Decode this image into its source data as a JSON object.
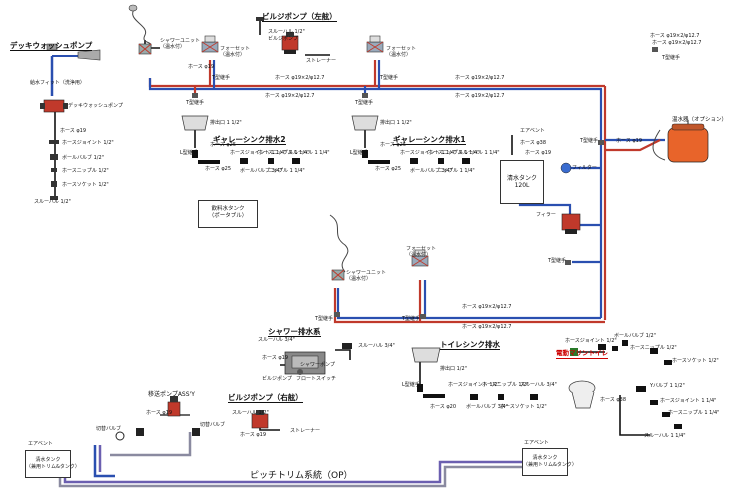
{
  "colors": {
    "hot_red": "#c0392b",
    "cold_blue": "#2a4fb0",
    "drain_black": "#111111",
    "gray_pipe": "#8a8aa0",
    "purple_pipe": "#6b5fb0",
    "heater_orange": "#e8642a"
  },
  "icons": [
    "shower-head-icon",
    "faucet-icon",
    "pump-icon",
    "valve-icon",
    "sink-icon",
    "toilet-icon",
    "tank-icon",
    "filter-icon",
    "water-heater-icon"
  ],
  "titles": {
    "deck_wash": "デッキウォッシュポンプ",
    "bilge_port": "ビルジポンプ（左舷）",
    "bilge_stbd": "ビルジポンプ（右舷）",
    "galley2": "ギャレーシンク排水2",
    "galley1": "ギャレーシンク排水1",
    "shower_drain": "シャワー排水系",
    "toilet_sink": "トイレシンク排水",
    "marine_toilet": "電動マリントイレ",
    "transfer_pump": "移送ポンプASS'Y",
    "pitch_trim": "ピッチトリム系統（OP）"
  },
  "tanks": {
    "water_main": "清水タンク\n120L",
    "drinking": "飲料水タンク\n（ポータブル）",
    "heater": "温水器（オプション）",
    "trim_left": "清水タンク\n（兼用トリム&タンク）",
    "trim_right": "清水タンク\n（兼用トリム&タンク）"
  },
  "labels": {
    "shower_unit": "シャワーユニット\n（温水付）",
    "faucet": "フォーセット\n（温水付）",
    "hose_219": "ホース φ19×2/φ12.7",
    "hose_19": "ホース φ19",
    "hose_27": "ホース φ27",
    "hose_20": "ホース φ20",
    "hose_25": "ホース φ25",
    "hose_38": "ホース φ38",
    "tee": "T型継手",
    "strainer": "ストレーナー",
    "filter": "フィルター",
    "thru_hull": "スルーハル 1/2\"",
    "thru_hull_34": "スルーハル 3/4\"",
    "thru_hull_1": "スルーハル 1\"",
    "hose_joint": "ホースジョイント 1/2\"",
    "ball_valve": "ボールバルブ 1/2\"",
    "hose_nipple": "ホースニップル 1/2\"",
    "hose_socket": "ホースソケット 1/2\"",
    "sink_joint_1": "排出口 1 1/2\"",
    "sink_joint": "排出口 1/2\"",
    "elbow": "L型継手",
    "ball_valve_34": "ボールバルブ 3/4\"",
    "hose_nipple_114": "ホースニップル 1 1/4\"",
    "thru_hull_114": "スルーハル 1 1/4\"",
    "nipple_114": "ニップル 1 1/4\"",
    "deck_pump": "デッキウォッシュポンプ",
    "deck_fit": "給水フィット（洗浄用）",
    "float_switch": "フロートスイッチ",
    "bilge_pump": "ビルジポンプ",
    "shower_pump": "シャワーポンプ",
    "vent": "エアベント",
    "check_valve": "切替バルブ",
    "fill": "フィラー",
    "y_valve": "Yバルブ 1 1/2\"",
    "hose_joint_114": "ホースジョイント 1 1/4\""
  }
}
